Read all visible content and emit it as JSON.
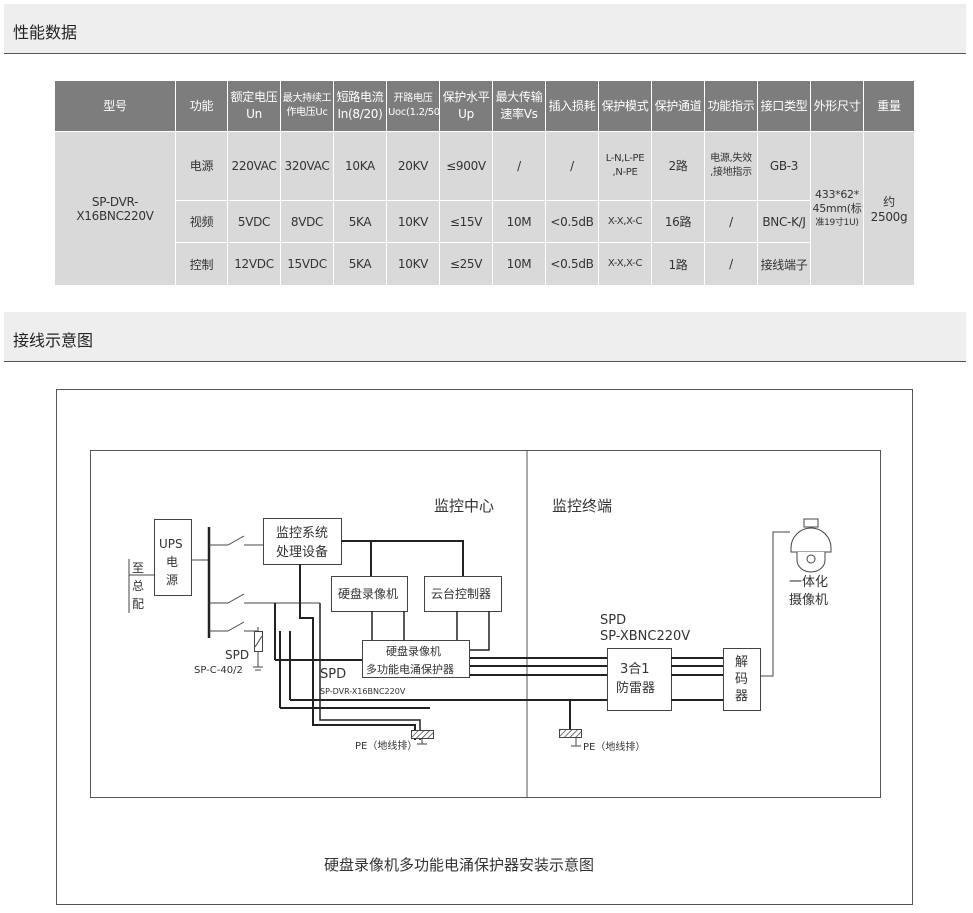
{
  "section1": {
    "title": "性能数据"
  },
  "section2": {
    "title": "接线示意图"
  },
  "table": {
    "headers": {
      "model": "型号",
      "function": "功能",
      "rated_voltage": [
        "额定电压",
        "Un"
      ],
      "max_operating_voltage": [
        "最大持续工",
        "作电压Uc"
      ],
      "short_current": [
        "短路电流",
        "In(8/20)"
      ],
      "open_voltage": [
        "开路电压",
        "Uoc(1.2/50)"
      ],
      "protection_level": [
        "保护水平",
        "Up"
      ],
      "max_rate": [
        "最大传输",
        "速率Vs"
      ],
      "insertion_loss": "插入损耗",
      "protection_mode": "保护模式",
      "protection_channels": "保护通道",
      "function_indicator": "功能指示",
      "interface_type": "接口类型",
      "dimensions": "外形尺寸",
      "weight": "重量"
    },
    "model": "SP-DVR-X16BNC220V",
    "dimensions": [
      "433*62*",
      "45mm(标",
      "准19寸1U)"
    ],
    "weight": "约2500g",
    "rows": [
      {
        "function": "电源",
        "un": "220VAC",
        "uc": "320VAC",
        "in": "10KA",
        "uoc": "20KV",
        "up": "≤900V",
        "vs": "/",
        "loss": "/",
        "mode": [
          "L-N,L-PE",
          ",N-PE"
        ],
        "channels": "2路",
        "indicator": [
          "电源,失效",
          ",接地指示"
        ],
        "interface": "GB-3"
      },
      {
        "function": "视频",
        "un": "5VDC",
        "uc": "8VDC",
        "in": "5KA",
        "uoc": "10KV",
        "up": "≤15V",
        "vs": "10M",
        "loss": "<0.5dB",
        "mode": [
          "X-X,X-C"
        ],
        "channels": "16路",
        "indicator": [
          "/"
        ],
        "interface": "BNC-K/J"
      },
      {
        "function": "控制",
        "un": "12VDC",
        "uc": "15VDC",
        "in": "5KA",
        "uoc": "10KV",
        "up": "≤25V",
        "vs": "10M",
        "loss": "<0.5dB",
        "mode": [
          "X-X,X-C"
        ],
        "channels": "1路",
        "indicator": [
          "/"
        ],
        "interface": "接线端子"
      }
    ]
  },
  "diagram": {
    "monitor_center": "监控中心",
    "monitor_terminal": "监控终端",
    "ups_lines": [
      "UPS",
      "电",
      "源"
    ],
    "mains_label": [
      "至",
      "总",
      "配"
    ],
    "monitor_system": [
      "监控系统",
      "处理设备"
    ],
    "dvr": "硬盘录像机",
    "ptz_controller": "云台控制器",
    "protector": [
      "硬盘录像机",
      "多功能电涌保护器"
    ],
    "spd_main": "SPD",
    "spd_main_model": "SP-DVR-X16BNC220V",
    "spd_power": "SPD",
    "spd_power_model": "SP-C-40/2",
    "spd_terminal": "SPD",
    "spd_terminal_model": "SP-XBNC220V",
    "three_in_one": [
      "3合1",
      "防雷器"
    ],
    "decoder": [
      "解",
      "码",
      "器"
    ],
    "camera": [
      "一体化",
      "摄像机"
    ],
    "pe_left": "PE（地线排）",
    "pe_right": "PE（地线排）",
    "caption": "硬盘录像机多功能电涌保护器安装示意图"
  }
}
